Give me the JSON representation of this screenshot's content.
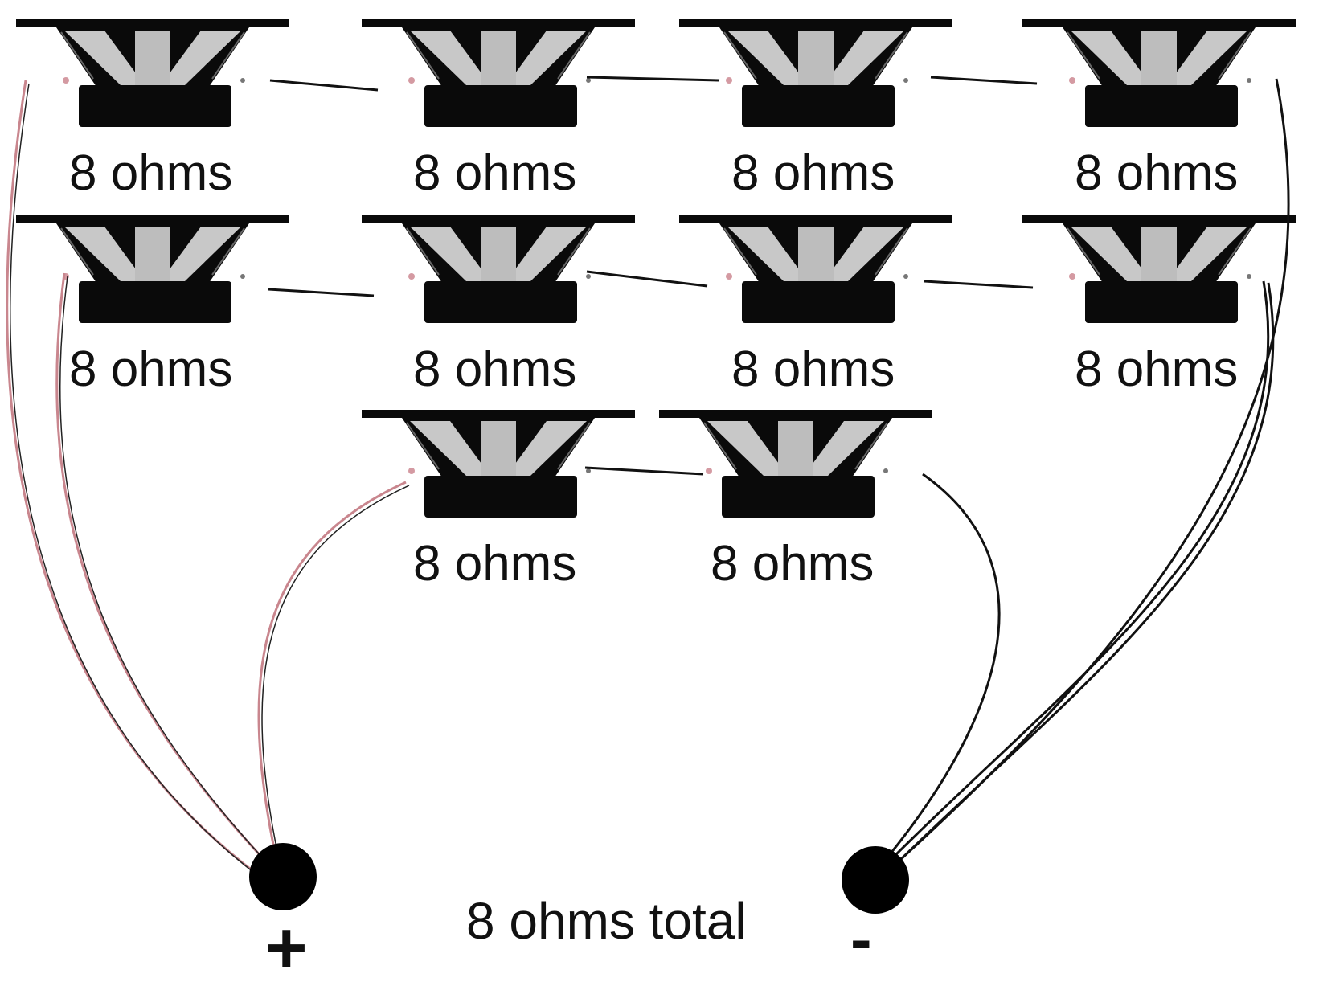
{
  "diagram": {
    "speakers": [
      {
        "label": "8 ohms"
      },
      {
        "label": "8 ohms"
      },
      {
        "label": "8 ohms"
      },
      {
        "label": "8 ohms"
      },
      {
        "label": "8 ohms"
      },
      {
        "label": "8 ohms"
      },
      {
        "label": "8 ohms"
      },
      {
        "label": "8 ohms"
      },
      {
        "label": "8 ohms"
      },
      {
        "label": "8 ohms"
      }
    ],
    "total_label": "8 ohms total",
    "positive_terminal": {
      "symbol": "+"
    },
    "negative_terminal": {
      "symbol": "-"
    },
    "colors": {
      "positive_wire": "#c9868e",
      "negative_wire": "#111111",
      "cone_fill": "#c8c8c8",
      "magnet": "#0a0a0a"
    }
  }
}
